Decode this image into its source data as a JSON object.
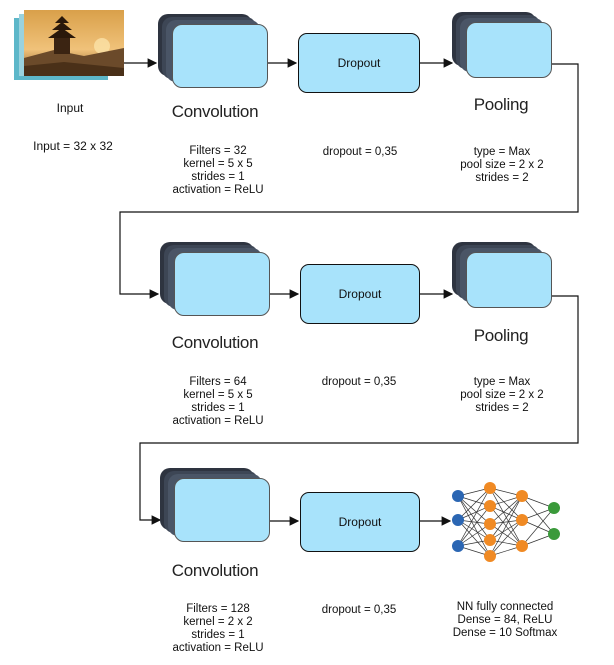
{
  "input": {
    "label": "Input",
    "size": "Input = 32 x 32"
  },
  "rows": [
    {
      "conv": {
        "title": "Convolution",
        "params": [
          "Filters = 32",
          "kernel = 5 x 5",
          "strides = 1",
          "activation = ReLU"
        ]
      },
      "dropout": {
        "label": "Dropout",
        "param": "dropout = 0,35"
      },
      "pool": {
        "title": "Pooling",
        "params": [
          "type = Max",
          "pool size = 2 x 2",
          "strides = 2"
        ]
      }
    },
    {
      "conv": {
        "title": "Convolution",
        "params": [
          "Filters = 64",
          "kernel = 5 x 5",
          "strides = 1",
          "activation = ReLU"
        ]
      },
      "dropout": {
        "label": "Dropout",
        "param": "dropout = 0,35"
      },
      "pool": {
        "title": "Pooling",
        "params": [
          "type = Max",
          "pool size = 2 x 2",
          "strides = 2"
        ]
      }
    },
    {
      "conv": {
        "title": "Convolution",
        "params": [
          "Filters = 128",
          "kernel = 2 x 2",
          "strides = 1",
          "activation = ReLU"
        ]
      },
      "dropout": {
        "label": "Dropout",
        "param": "dropout = 0,35"
      }
    }
  ],
  "dense": {
    "params": [
      "NN fully connected",
      "Dense = 84, ReLU",
      "Dense = 10 Softmax"
    ]
  },
  "colors": {
    "box_fill": "#a8e3fb",
    "box_border": "#111111",
    "node_blue": "#2b66b3",
    "node_orange": "#f08a24",
    "node_green": "#3a9a3a"
  }
}
